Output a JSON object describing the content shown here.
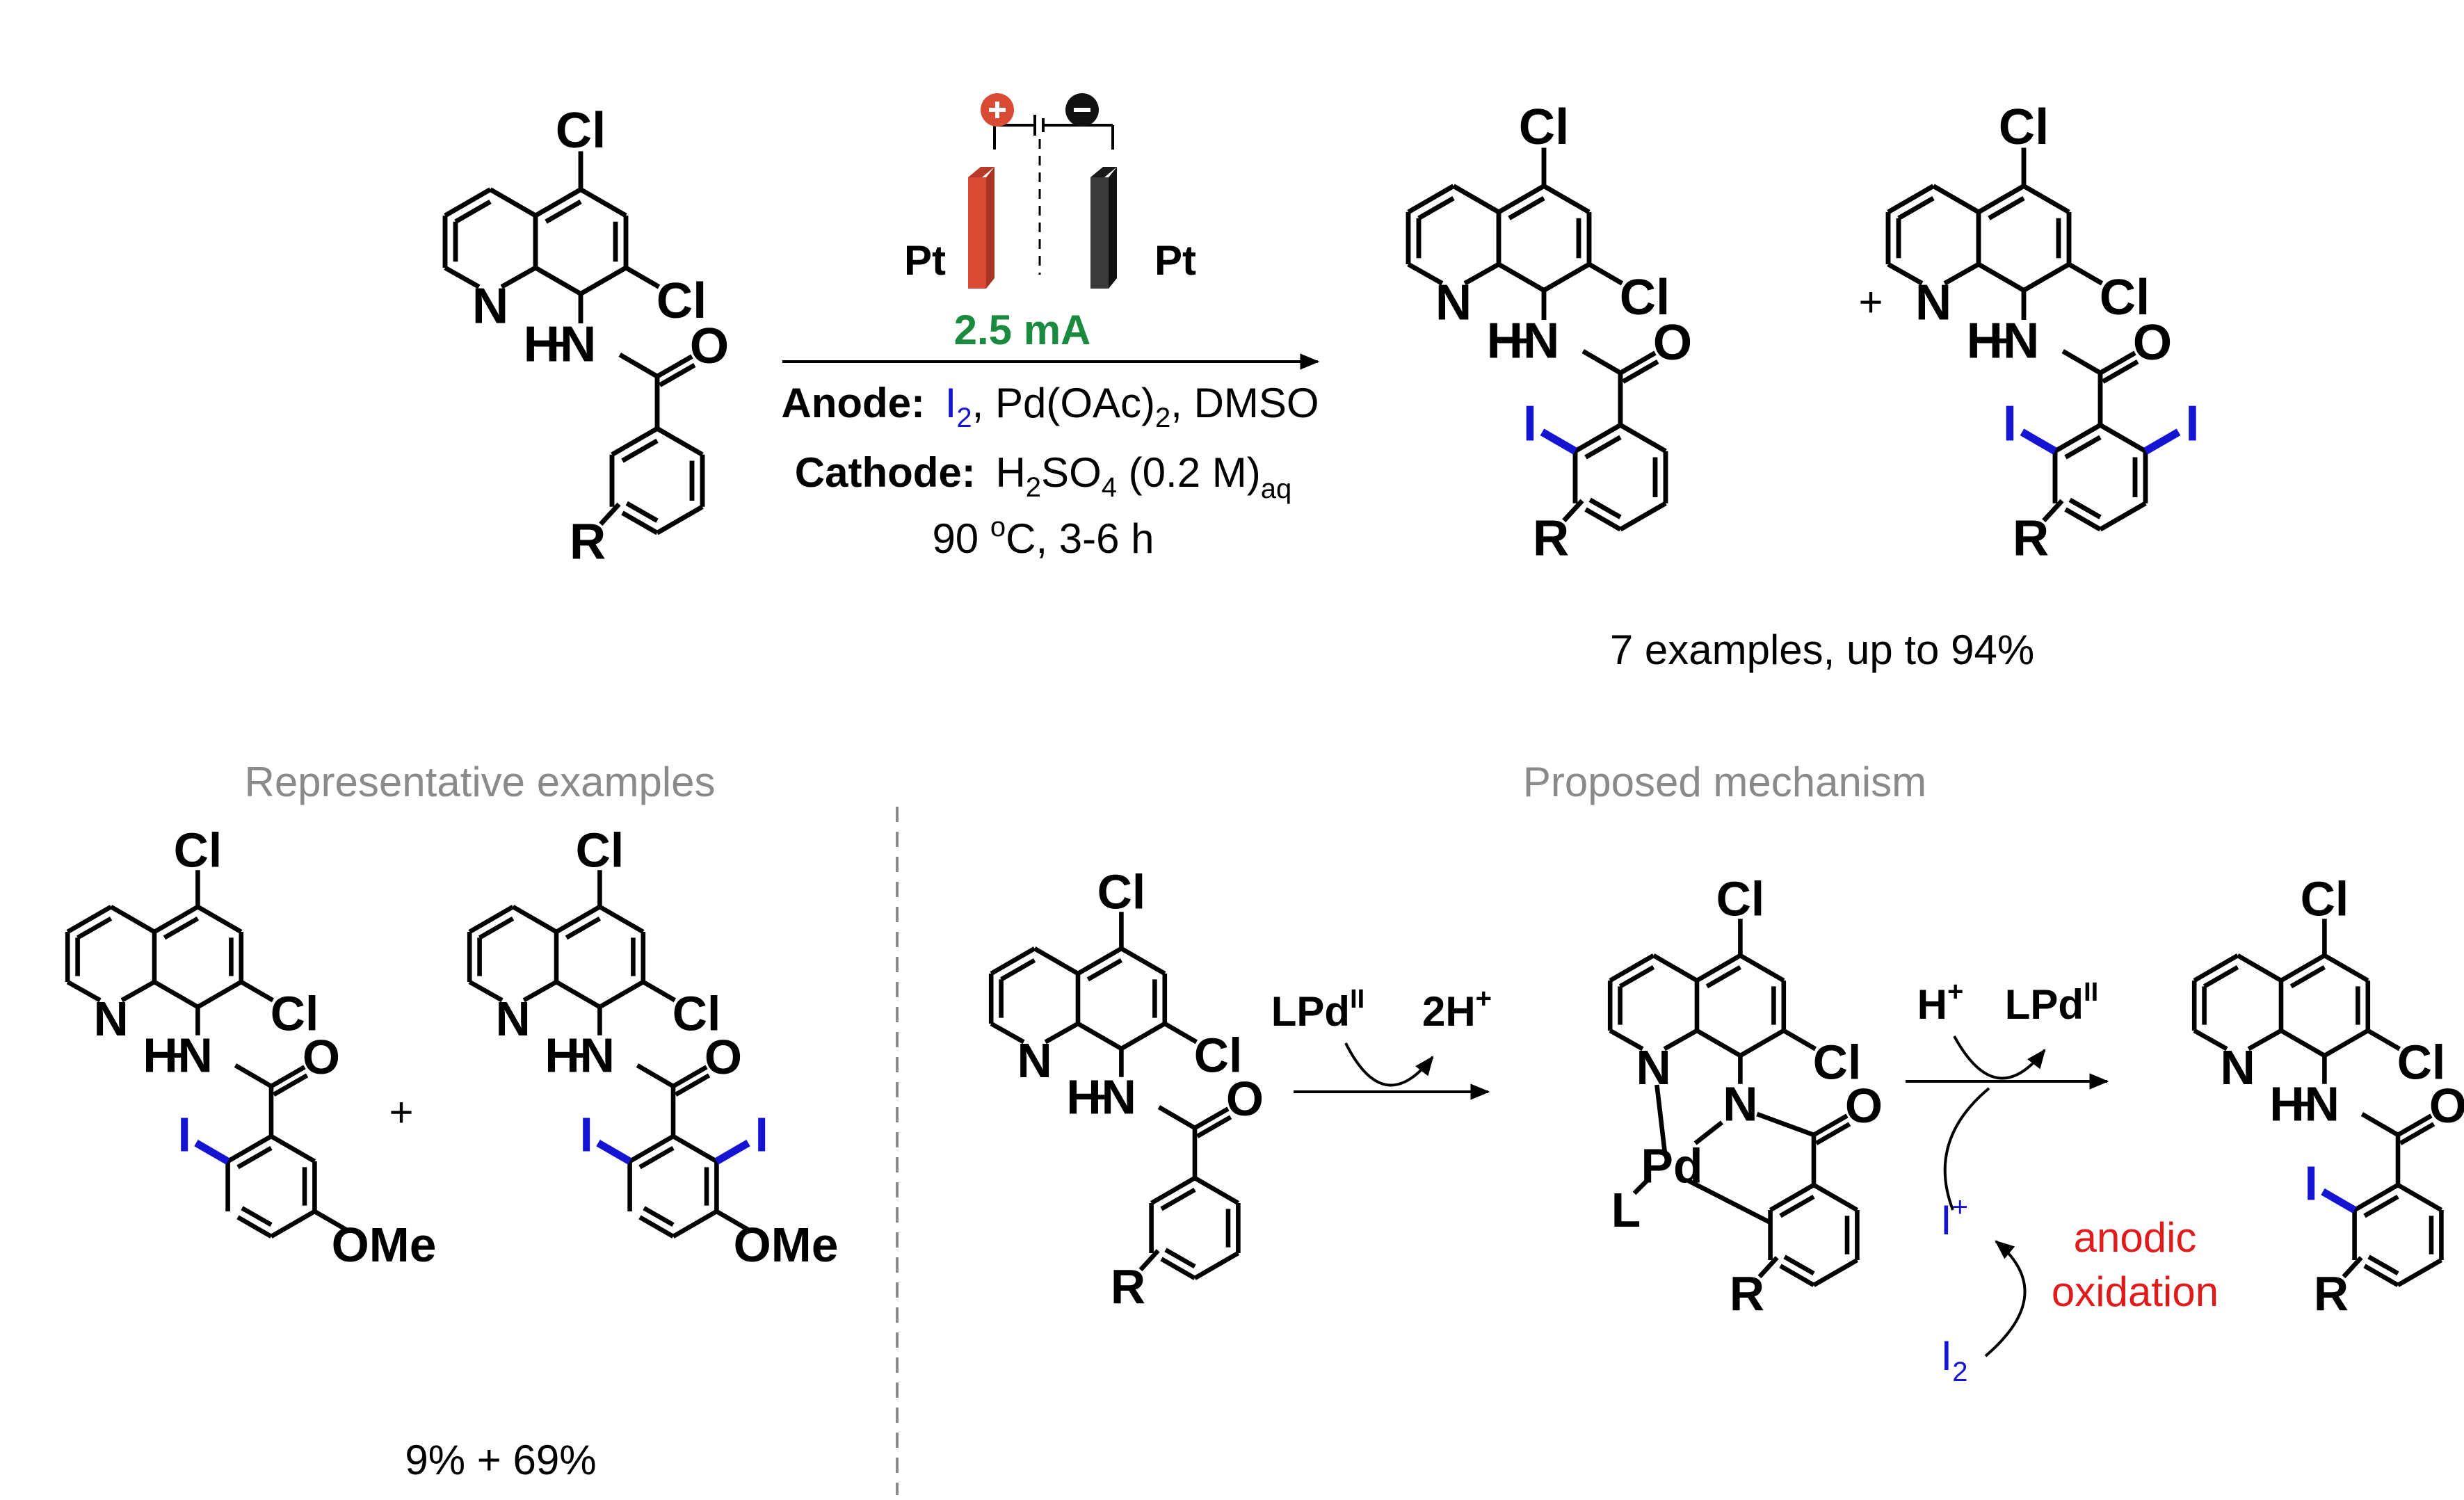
{
  "atoms": {
    "Cl": "Cl",
    "N": "N",
    "HN": "HN",
    "O": "O",
    "R": "R",
    "I": "I",
    "OMe": "OMe",
    "Pd": "Pd",
    "L": "L"
  },
  "conditions": {
    "anode_electrode": "Pt",
    "cathode_electrode": "Pt",
    "current": "2.5 mA",
    "anode_label": "Anode:",
    "anode_reagent_iodine": "I",
    "anode_reagent_iodine_sub": "2",
    "anode_rest_1": ", Pd(OAc)",
    "anode_rest_sub": "2",
    "anode_rest_2": ", DMSO",
    "cathode_label": "Cathode:",
    "cathode_h": "H",
    "cathode_h_sub": "2",
    "cathode_so": "SO",
    "cathode_so_sub": "4",
    "cathode_conc": " (0.2 M)",
    "cathode_aq": "aq",
    "temp_num": "90 ",
    "temp_deg": "o",
    "temp_rest": "C, 3-6 h"
  },
  "plus": "+",
  "scope_note": "7 examples, up to 94%",
  "representative": {
    "heading": "Representative examples",
    "yield": "9% + 69%"
  },
  "mechanism": {
    "heading": "Proposed mechanism",
    "step1_reagent": "LPd",
    "step1_reagent_sup": "II",
    "step1_product": "2H",
    "step1_product_sup": "+",
    "step2_reagent": "H",
    "step2_reagent_sup": "+",
    "step2_product": "LPd",
    "step2_product_sup": "II",
    "iodonium": "I",
    "iodonium_sup": "+",
    "iodine": "I",
    "iodine_sub": "2",
    "oxidation_line1": "anodic",
    "oxidation_line2": "oxidation"
  },
  "colors": {
    "iodine": "#1414d2",
    "anode": "#d94a34",
    "cathode": "#3a3a3a",
    "current": "#1a8a3e",
    "oxidation": "#e01b1b",
    "heading": "#8a8a8a"
  }
}
